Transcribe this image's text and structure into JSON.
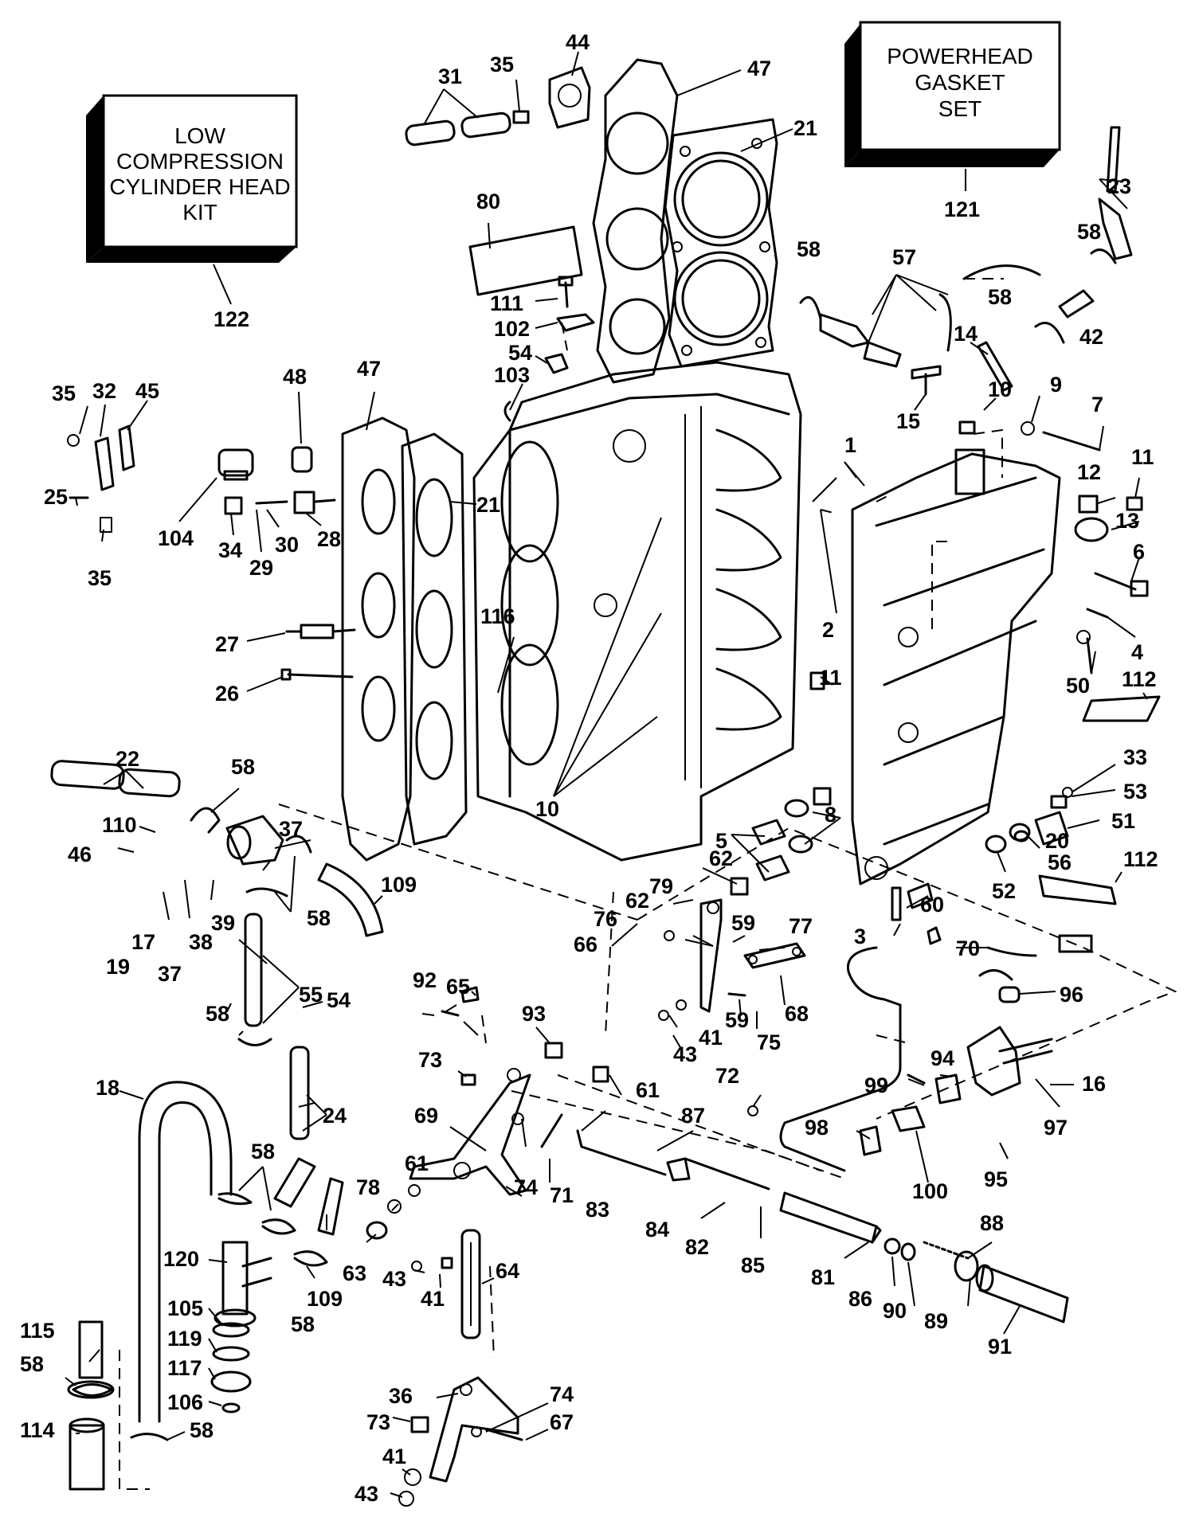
{
  "kits": {
    "low_compression": [
      "LOW",
      "COMPRESSION",
      "CYLINDER HEAD",
      "KIT"
    ],
    "gasket_set": [
      "POWERHEAD",
      "GASKET",
      "SET"
    ]
  },
  "callouts": {
    "c1": "1",
    "c2": "2",
    "c3": "3",
    "c4": "4",
    "c5": "5",
    "c6": "6",
    "c7": "7",
    "c8": "8",
    "c9": "9",
    "c10a": "10",
    "c10b": "10",
    "c11a": "11",
    "c11b": "11",
    "c12": "12",
    "c13": "13",
    "c14": "14",
    "c15": "15",
    "c16": "16",
    "c17": "17",
    "c18": "18",
    "c19": "19",
    "c20": "20",
    "c21a": "21",
    "c21b": "21",
    "c22": "22",
    "c23": "23",
    "c24": "24",
    "c25": "25",
    "c26": "26",
    "c27": "27",
    "c28": "28",
    "c29": "29",
    "c30": "30",
    "c31": "31",
    "c32": "32",
    "c33": "33",
    "c34": "34",
    "c35a": "35",
    "c35b": "35",
    "c35c": "35",
    "c36": "36",
    "c37a": "37",
    "c37b": "37",
    "c38": "38",
    "c39": "39",
    "c41a": "41",
    "c41b": "41",
    "c41c": "41",
    "c42": "42",
    "c43a": "43",
    "c43b": "43",
    "c43c": "43",
    "c44": "44",
    "c45": "45",
    "c46": "46",
    "c47a": "47",
    "c47b": "47",
    "c48": "48",
    "c50": "50",
    "c51": "51",
    "c52": "52",
    "c53": "53",
    "c54a": "54",
    "c54b": "54",
    "c55": "55",
    "c56": "56",
    "c57": "57",
    "c58a": "58",
    "c58b": "58",
    "c58c": "58",
    "c58d": "58",
    "c58e": "58",
    "c58f": "58",
    "c58g": "58",
    "c58h": "58",
    "c58i": "58",
    "c58j": "58",
    "c59a": "59",
    "c59b": "59",
    "c60": "60",
    "c61a": "61",
    "c61b": "61",
    "c62a": "62",
    "c62b": "62",
    "c63": "63",
    "c64": "64",
    "c65": "65",
    "c66": "66",
    "c67": "67",
    "c68": "68",
    "c69": "69",
    "c70": "70",
    "c71": "71",
    "c72": "72",
    "c73a": "73",
    "c73b": "73",
    "c74a": "74",
    "c74b": "74",
    "c75": "75",
    "c76": "76",
    "c77": "77",
    "c78": "78",
    "c79": "79",
    "c80": "80",
    "c81": "81",
    "c82": "82",
    "c83": "83",
    "c84": "84",
    "c85": "85",
    "c86": "86",
    "c87": "87",
    "c88": "88",
    "c89": "89",
    "c90": "90",
    "c91": "91",
    "c92": "92",
    "c93": "93",
    "c94": "94",
    "c95": "95",
    "c96": "96",
    "c97": "97",
    "c98": "98",
    "c99": "99",
    "c100": "100",
    "c102": "102",
    "c103": "103",
    "c104": "104",
    "c105": "105",
    "c106": "106",
    "c109a": "109",
    "c109b": "109",
    "c110": "110",
    "c111": "111",
    "c112a": "112",
    "c112b": "112",
    "c114": "114",
    "c115": "115",
    "c116": "116",
    "c117": "117",
    "c119": "119",
    "c120": "120",
    "c121": "121",
    "c122": "122"
  }
}
